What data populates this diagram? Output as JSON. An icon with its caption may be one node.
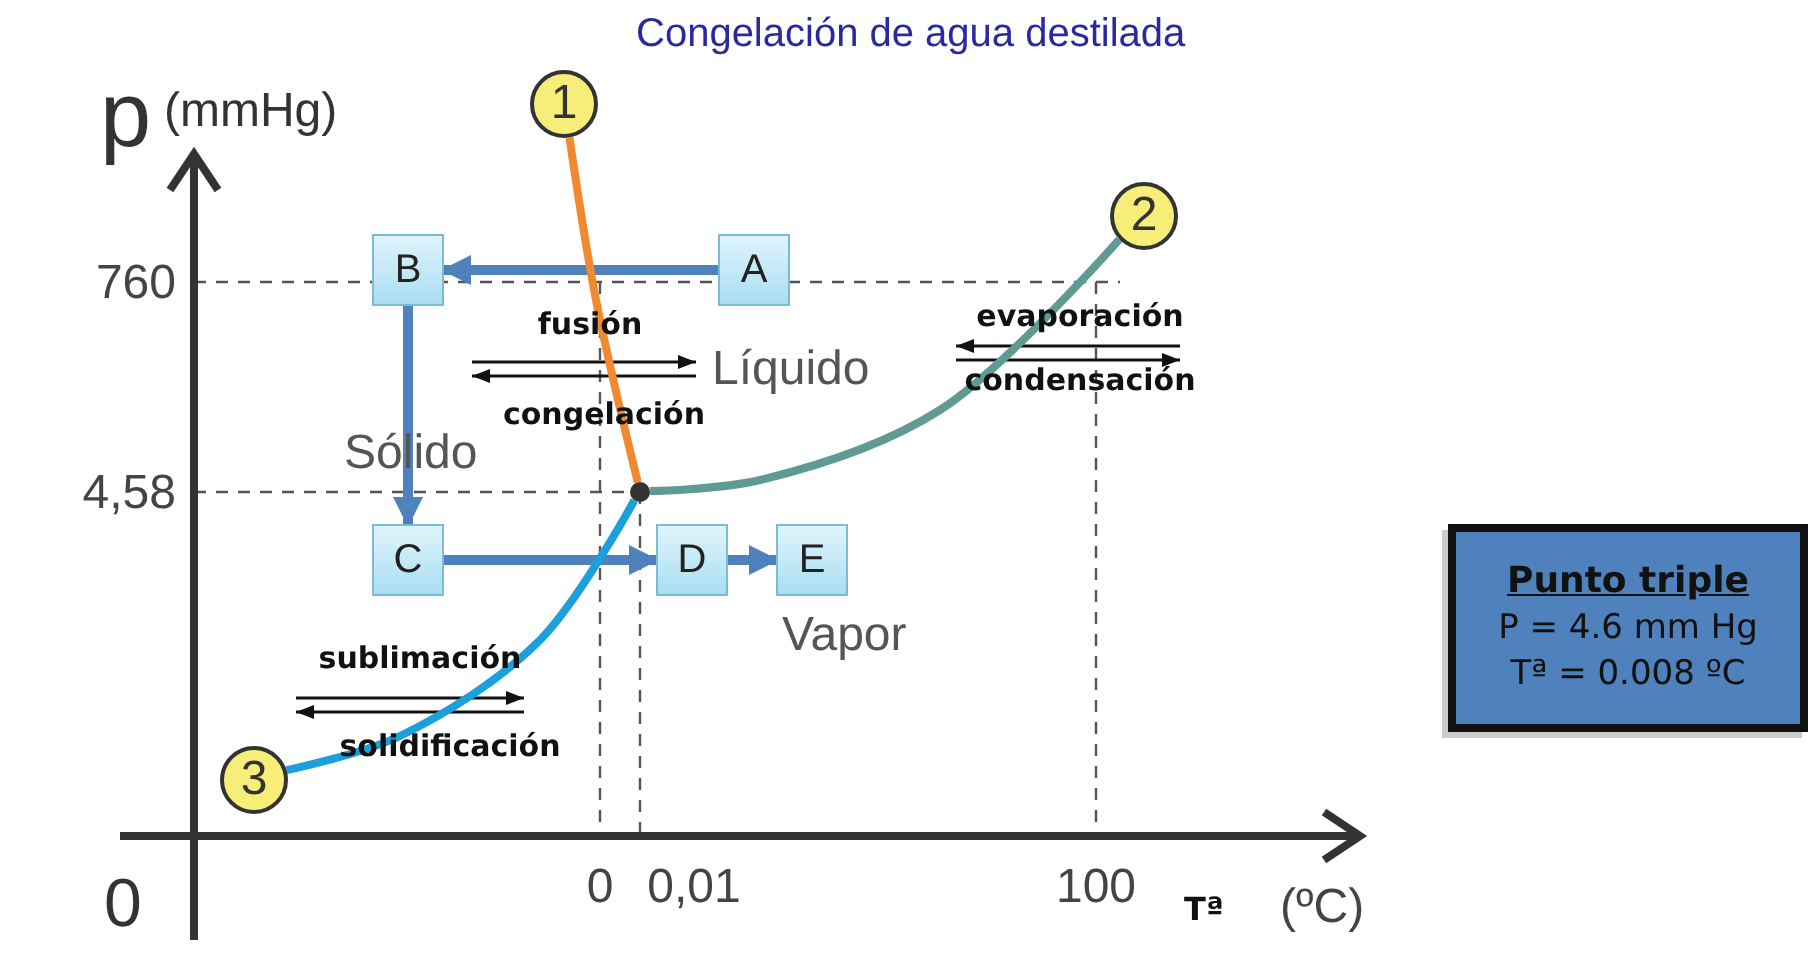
{
  "diagram": {
    "title": "Congelación de agua destilada",
    "nodes": [
      {
        "text": [
          "1"
        ]
      },
      {
        "text": [
          "2"
        ]
      },
      {
        "text": [
          "B"
        ]
      },
      {
        "text": [
          "A"
        ]
      },
      {
        "text": [],
        "shape": "circle"
      },
      {
        "text": [
          "C"
        ]
      },
      {
        "text": [
          "D"
        ]
      },
      {
        "text": [
          "E"
        ]
      },
      {
        "text": [
          "3"
        ]
      },
      {
        "text": [
          "Punto triple",
          "P = 4.6 mm Hg",
          "Tª = 0.008 ºC"
        ]
      }
    ],
    "edges": [
      {
        "from": 3,
        "to": 2,
        "arrow": "to"
      },
      {
        "from": 2,
        "to": 5,
        "arrow": "to"
      },
      {
        "from": 5,
        "to": 6,
        "arrow": "to"
      },
      {
        "from": 6,
        "to": 7,
        "arrow": "to"
      },
      {
        "from": 0,
        "to": 4,
        "arrow": "none",
        "color": "#f08a30"
      },
      {
        "from": 1,
        "to": 4,
        "arrow": "none",
        "color": "#5f9a94"
      },
      {
        "from": 8,
        "to": 4,
        "arrow": "none",
        "color": "#1ba0dc"
      }
    ],
    "labels": [
      "p",
      "(mmHg)",
      "760",
      "fusión",
      "Líquido",
      "evaporación",
      "congelación",
      "condensación",
      "Sólido",
      "4,58",
      "Vapor",
      "sublimación",
      "solidificación",
      "0",
      "0",
      "0,01",
      "100",
      "Tª",
      "(ºC)"
    ]
  }
}
